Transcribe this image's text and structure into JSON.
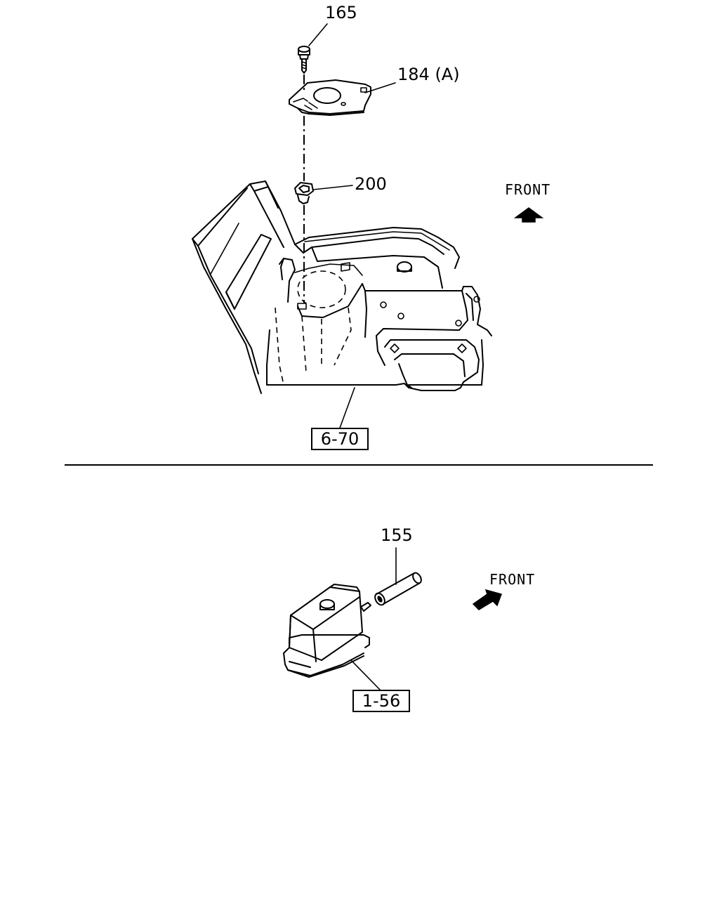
{
  "top_view": {
    "callout_bolt": "165",
    "callout_bracket": "184 (A)",
    "callout_nut": "200",
    "front_label": "FRONT",
    "ref_box": "6-70"
  },
  "bottom_view": {
    "callout_tube": "155",
    "front_label": "FRONT",
    "ref_box": "1-56"
  }
}
